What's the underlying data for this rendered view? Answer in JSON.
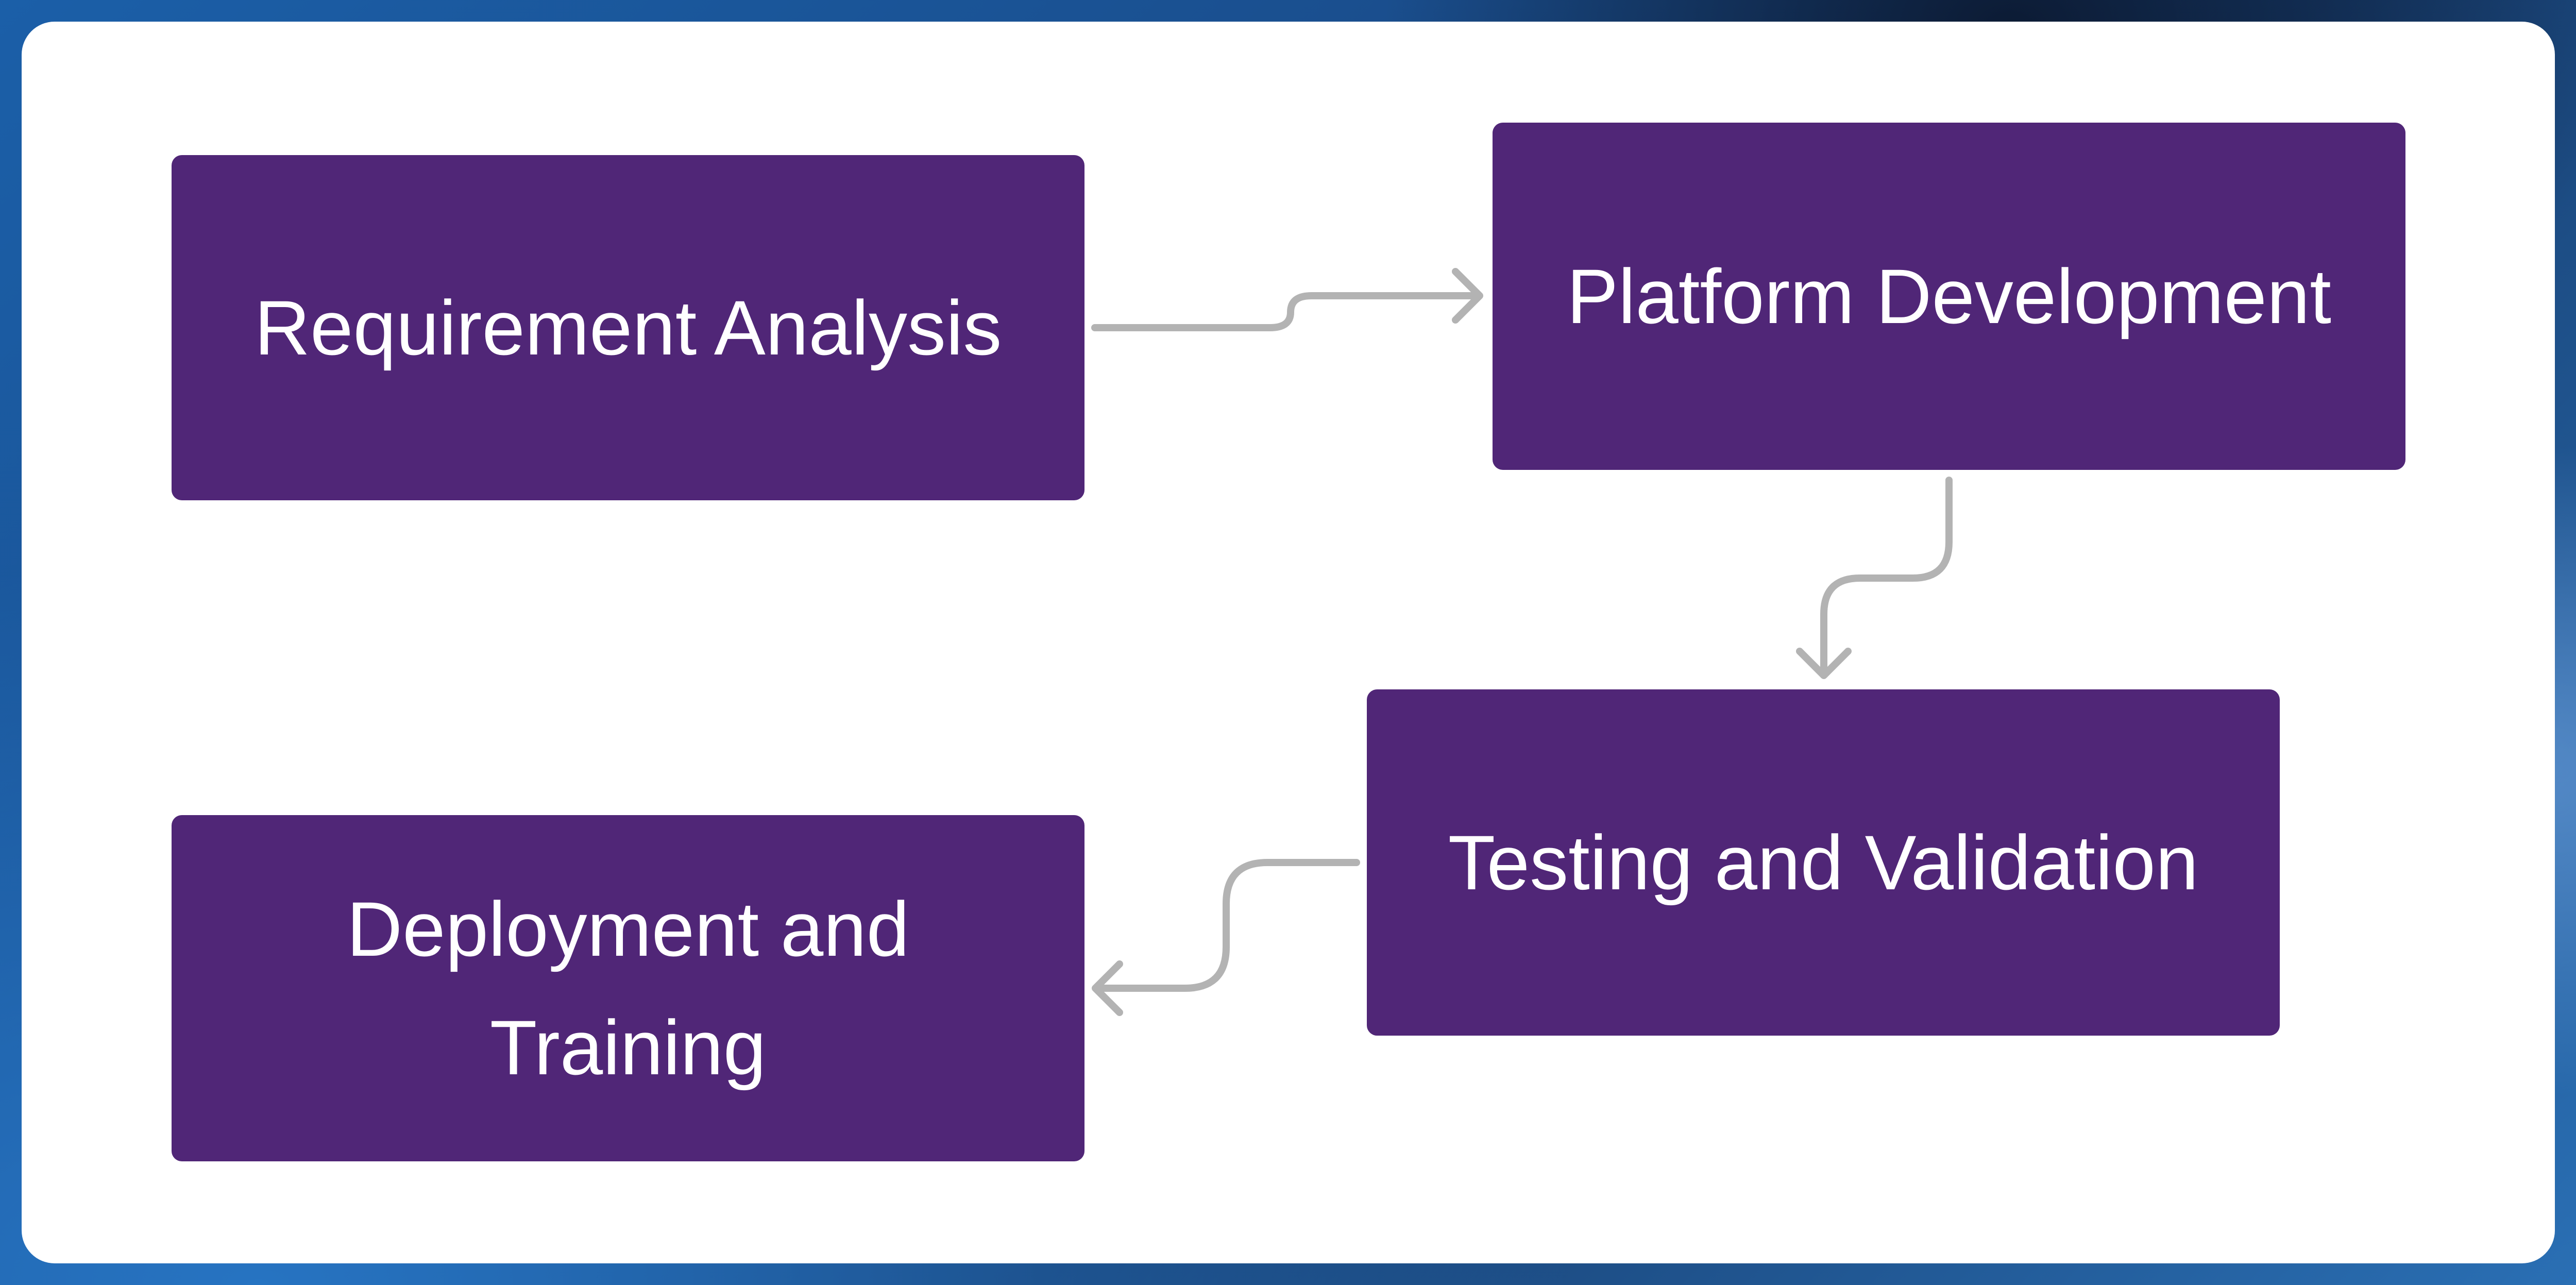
{
  "diagram": {
    "nodes": [
      {
        "id": "n1",
        "label": "Requirement Analysis"
      },
      {
        "id": "n2",
        "label": "Platform Development"
      },
      {
        "id": "n3",
        "label": "Testing and Validation"
      },
      {
        "id": "n4",
        "label": "Deployment and Training"
      }
    ],
    "edges": [
      {
        "from": "n1",
        "to": "n2"
      },
      {
        "from": "n2",
        "to": "n3"
      },
      {
        "from": "n3",
        "to": "n4"
      }
    ],
    "colors": {
      "node_fill": "#502677",
      "node_text": "#ffffff",
      "connector": "#b3b3b3",
      "card": "#ffffff"
    }
  }
}
